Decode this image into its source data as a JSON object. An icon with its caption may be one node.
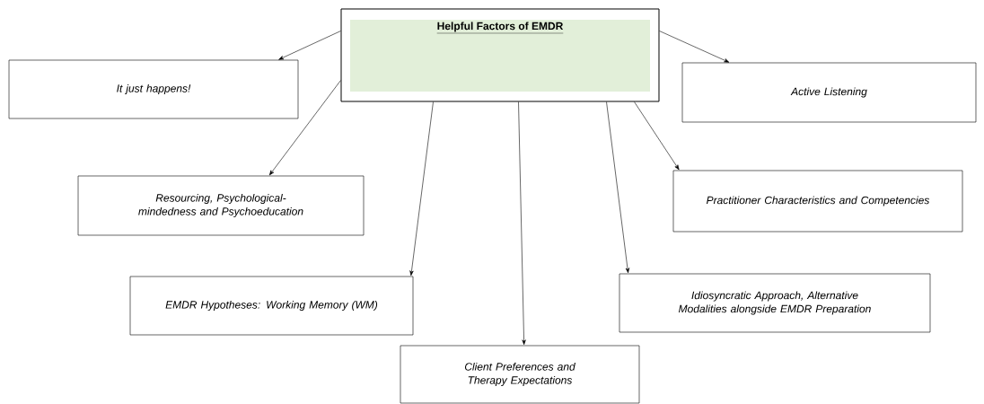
{
  "diagram": {
    "nodes": [
      {
        "text": [
          "Helpful Factors of EMDR"
        ]
      },
      {
        "text": [
          "It just happens!"
        ]
      },
      {
        "text": [
          "Active Listening"
        ]
      },
      {
        "text": [
          "Resourcing, Psychological-mindedness and Psychoeducation"
        ]
      },
      {
        "text": [
          "Practitioner Characteristics and Competencies"
        ]
      },
      {
        "text": [
          "EMDR Hypotheses: Working Memory (WM)"
        ]
      },
      {
        "text": [
          "Idiosyncratic Approach, Alternative Modalities alongside EMDR Preparation"
        ]
      },
      {
        "text": [
          "Client Preferences and Therapy Expectations"
        ]
      }
    ],
    "edges": [
      {
        "from": 0,
        "to": 1,
        "arrow": "to"
      },
      {
        "from": 0,
        "to": 2,
        "arrow": "to"
      },
      {
        "from": 0,
        "to": 3,
        "arrow": "to"
      },
      {
        "from": 0,
        "to": 5,
        "arrow": "to"
      },
      {
        "from": 0,
        "to": 7,
        "arrow": "to"
      },
      {
        "from": 0,
        "to": 6,
        "arrow": "to"
      },
      {
        "from": 0,
        "to": 4,
        "arrow": "to"
      }
    ]
  }
}
